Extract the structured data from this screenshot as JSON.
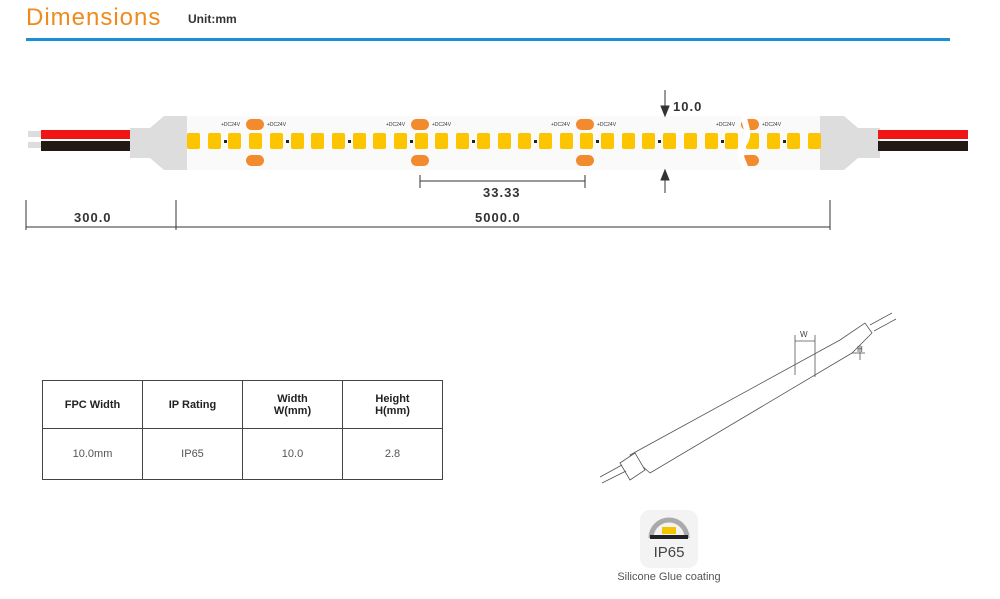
{
  "header": {
    "title": "Dimensions",
    "unit": "Unit:mm"
  },
  "dimensions": {
    "lead": "300.0",
    "length": "5000.0",
    "pitch": "33.33",
    "width": "10.0"
  },
  "strip": {
    "pad_label": "+DC24V",
    "minus_label": "-"
  },
  "table": {
    "headers": [
      "FPC Width",
      "IP Rating",
      "Width\nW(mm)",
      "Height\nH(mm)"
    ],
    "values": [
      "10.0mm",
      "IP65",
      "10.0",
      "2.8"
    ]
  },
  "diagram": {
    "w_label": "W",
    "h_label": "H"
  },
  "badge": {
    "rating": "IP65",
    "caption": "Silicone Glue coating"
  },
  "colors": {
    "accent": "#f08a1c",
    "rule": "#1a8fd6",
    "led": "#fdc400",
    "pad": "#f28a2e"
  }
}
